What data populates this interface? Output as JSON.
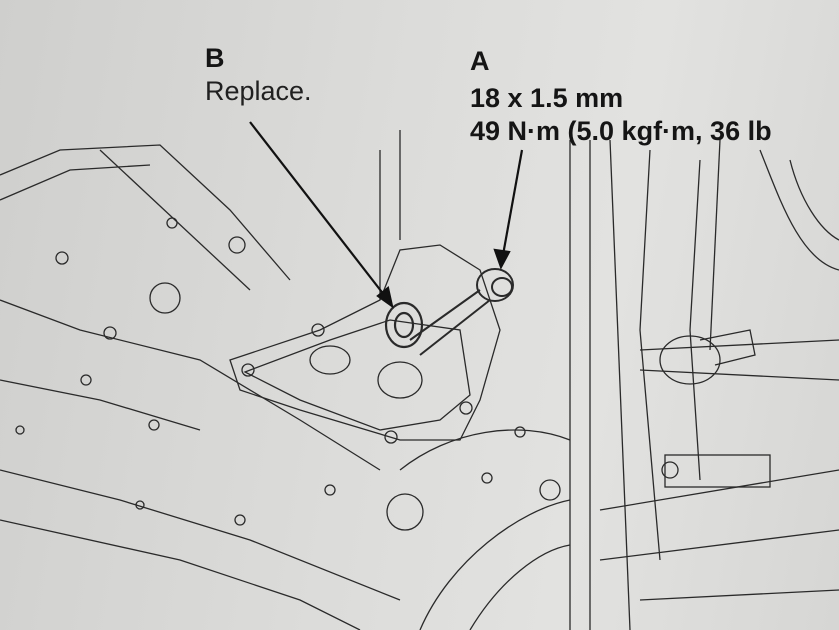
{
  "callouts": {
    "b": {
      "letter": "B",
      "note": "Replace."
    },
    "a": {
      "letter": "A",
      "size": "18 x 1.5 mm",
      "torque": "49 N·m (5.0 kgf·m, 36 lb"
    }
  }
}
